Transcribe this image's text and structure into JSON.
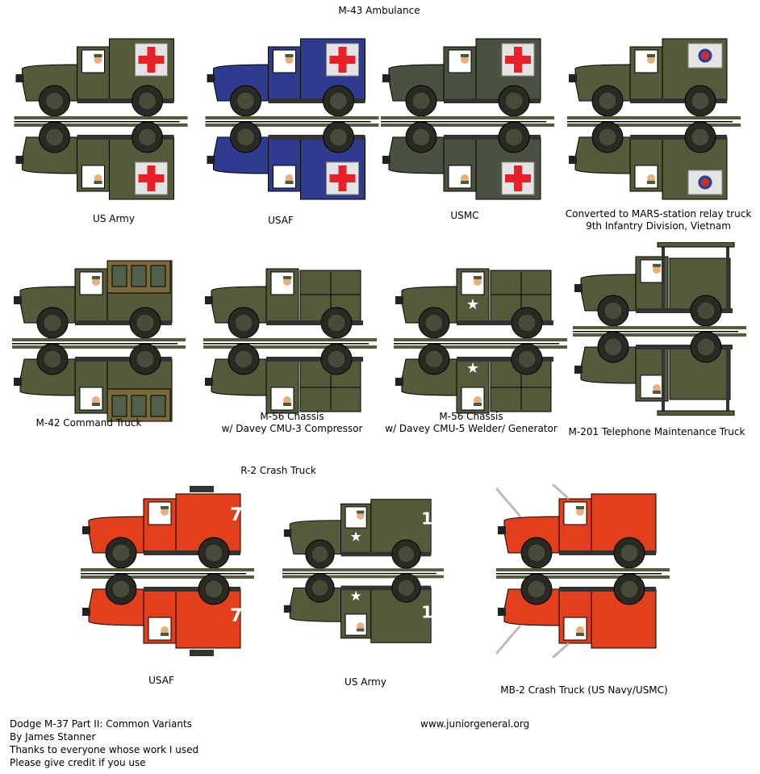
{
  "sections": {
    "ambulance_title": "M-43 Ambulance",
    "crash_title": "R-2 Crash Truck"
  },
  "colors": {
    "olive": "#555a3b",
    "usaf_blue": "#2e3b8f",
    "usmc": "#4b5140",
    "fire_red": "#e2401c",
    "cross_red": "#e8202a",
    "panel": "#e4e4e4"
  },
  "vehicles": [
    {
      "label": [
        "US Army"
      ],
      "color": "olive",
      "type": "ambulance"
    },
    {
      "label": [
        "USAF"
      ],
      "color": "usaf_blue",
      "type": "ambulance"
    },
    {
      "label": [
        "USMC"
      ],
      "color": "usmc",
      "type": "ambulance"
    },
    {
      "label": [
        "Converted to MARS-station relay truck",
        "9th Infantry Division, Vietnam"
      ],
      "color": "olive",
      "type": "mars"
    },
    {
      "label": [
        "M-42 Command Truck"
      ],
      "color": "olive",
      "type": "command"
    },
    {
      "label": [
        "M-56 Chassis",
        "w/ Davey CMU-3 Compressor"
      ],
      "color": "olive",
      "type": "utility"
    },
    {
      "label": [
        "M-56 Chassis",
        "w/ Davey CMU-5 Welder/ Generator"
      ],
      "color": "olive",
      "type": "utility_star"
    },
    {
      "label": [
        "M-201 Telephone Maintenance Truck"
      ],
      "color": "olive",
      "type": "telephone"
    },
    {
      "label": [
        "USAF"
      ],
      "color": "fire_red",
      "type": "crash",
      "number": "7"
    },
    {
      "label": [
        "US Army"
      ],
      "color": "olive",
      "type": "crash_star",
      "number": "1"
    },
    {
      "label": [
        "MB-2 Crash Truck (US Navy/USMC)"
      ],
      "color": "fire_red",
      "type": "mb2"
    }
  ],
  "footer": {
    "lines": [
      "Dodge M-37 Part II: Common Variants",
      "By James Stanner",
      "Thanks to everyone whose work I used",
      "Please give credit if you use"
    ],
    "url": "www.juniorgeneral.org"
  }
}
